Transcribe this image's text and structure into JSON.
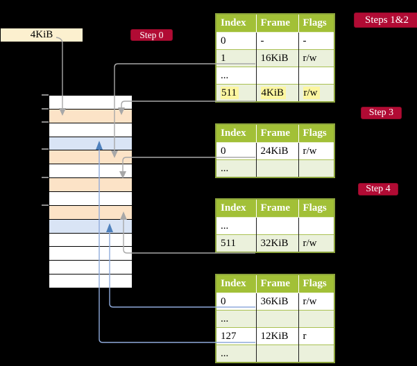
{
  "colors": {
    "background": "#000000",
    "crimson": "#b10b34",
    "header_green": "#a2c037",
    "row_green": "#ebf1dc",
    "table_border": "#8ca43c",
    "peach": "#fce3c7",
    "light_blue": "#d9e4f5",
    "cream": "#fcf0cf",
    "highlight_yellow": "#fcf6a0",
    "gray_line": "#a8a8a8",
    "blue_line": "#8faadc",
    "blue_arrow": "#4f81bd"
  },
  "frame_box": {
    "label": "4KiB"
  },
  "step_labels": {
    "step0": "Step 0",
    "steps12": "Steps 1&2",
    "step3": "Step 3",
    "step4": "Step 4"
  },
  "memory_stack": {
    "rows": [
      "white",
      "peach",
      "white",
      "blue",
      "peach",
      "white",
      "peach",
      "white",
      "peach",
      "blue",
      "white",
      "white",
      "white",
      "white"
    ]
  },
  "tables": [
    {
      "title": "page table for steps 1 and 2",
      "headers": [
        "Index",
        "Frame",
        "Flags"
      ],
      "rows": [
        {
          "cells": [
            "0",
            "-",
            "-"
          ]
        },
        {
          "cells": [
            "1",
            "16KiB",
            "r/w"
          ]
        },
        {
          "cells": [
            "...",
            "",
            ""
          ]
        },
        {
          "cells": [
            "511",
            "4KiB",
            "r/w"
          ],
          "highlighted": true
        }
      ]
    },
    {
      "title": "page table for step 3",
      "headers": [
        "Index",
        "Frame",
        "Flags"
      ],
      "rows": [
        {
          "cells": [
            "0",
            "24KiB",
            "r/w"
          ]
        },
        {
          "cells": [
            "...",
            "",
            ""
          ]
        }
      ]
    },
    {
      "title": "page table for step 4",
      "headers": [
        "Index",
        "Frame",
        "Flags"
      ],
      "rows": [
        {
          "cells": [
            "...",
            "",
            ""
          ]
        },
        {
          "cells": [
            "511",
            "32KiB",
            "r/w"
          ]
        }
      ]
    },
    {
      "title": "last-level page table",
      "headers": [
        "Index",
        "Frame",
        "Flags"
      ],
      "rows": [
        {
          "cells": [
            "0",
            "36KiB",
            "r/w"
          ]
        },
        {
          "cells": [
            "...",
            "",
            ""
          ]
        },
        {
          "cells": [
            "127",
            "12KiB",
            "r"
          ]
        },
        {
          "cells": [
            "...",
            "",
            ""
          ]
        }
      ]
    }
  ],
  "connectors": [
    {
      "from": "frame-size-box",
      "to": "memory-frame-4KiB",
      "color": "gray"
    },
    {
      "from": "table1-row-1",
      "to": "memory-frame-16KiB",
      "color": "gray"
    },
    {
      "from": "table1-row-511",
      "to": "memory-frame-4KiB",
      "color": "gray"
    },
    {
      "from": "table2-row-0",
      "to": "memory-frame-24KiB",
      "color": "gray"
    },
    {
      "from": "table3-row-511",
      "to": "memory-frame-32KiB",
      "color": "gray"
    },
    {
      "from": "table4-row-0",
      "to": "memory-frame-36KiB",
      "color": "blue"
    },
    {
      "from": "table4-row-127",
      "to": "memory-frame-12KiB",
      "color": "blue"
    }
  ]
}
